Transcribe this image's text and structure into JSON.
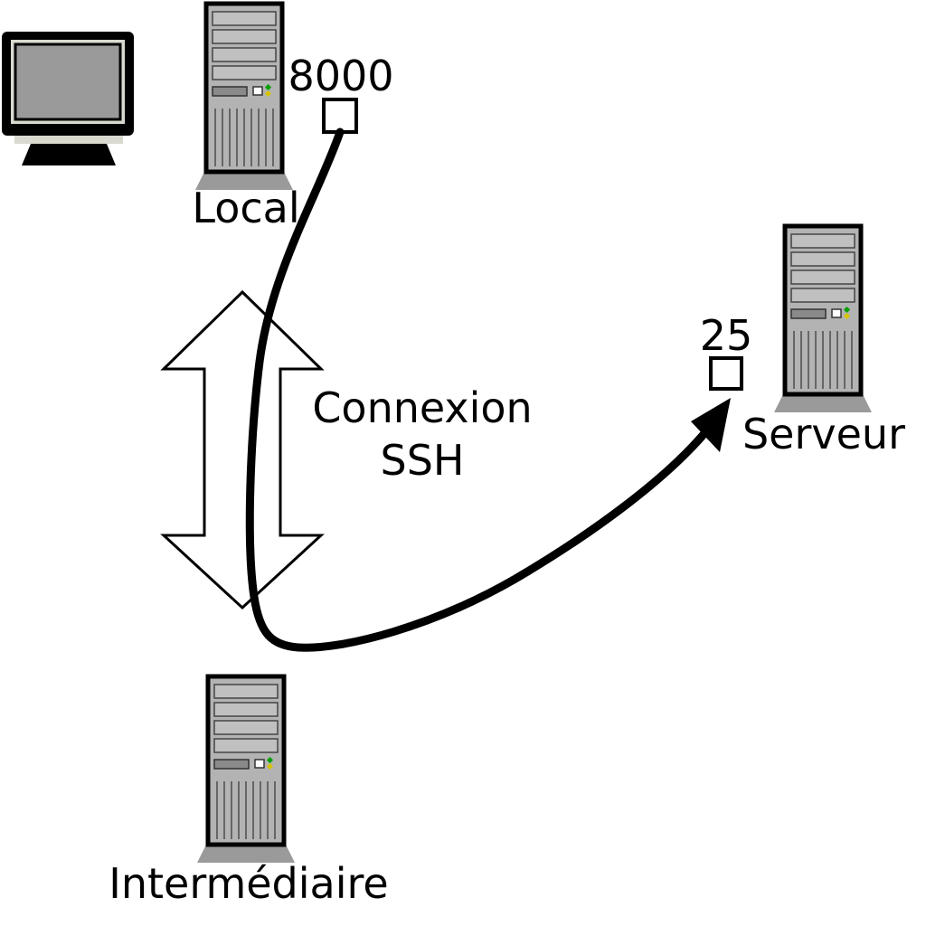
{
  "diagram": {
    "nodes": {
      "local": {
        "label": "Local",
        "port": "8000"
      },
      "serveur": {
        "label": "Serveur",
        "port": "25"
      },
      "intermediaire": {
        "label": "Intermédiaire"
      }
    },
    "connection": {
      "line1": "Connexion",
      "line2": "SSH"
    },
    "icons": {
      "monitor": "monitor-icon",
      "tower": "tower-computer-icon",
      "arrow": "double-arrow-icon"
    },
    "colors": {
      "tower_body": "#b3b3b3",
      "tower_bay": "#c0c0c0",
      "tower_base": "#9a9a9a",
      "outline": "#000000",
      "led_green": "#00a000",
      "led_yellow": "#d6c400",
      "arrow_fill": "#ffffff",
      "tunnel_stroke": "#000000"
    }
  }
}
